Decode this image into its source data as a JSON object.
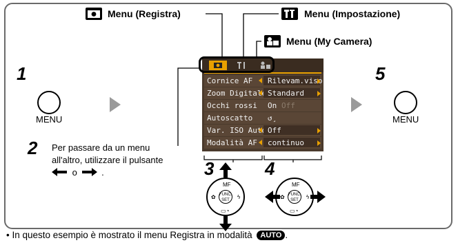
{
  "callouts": {
    "registra": "Menu (Registra)",
    "impostazione": "Menu (Impostazione)",
    "mycamera": "Menu (My Camera)"
  },
  "steps": {
    "s1": "1",
    "s2": "2",
    "s3": "3",
    "s4": "4",
    "s5": "5"
  },
  "menu_button_label": "MENU",
  "instruction": {
    "line1": "Per passare da un menu",
    "line2": "all'altro, utilizzare il pulsante",
    "line3": "o"
  },
  "lcd": {
    "rows": [
      {
        "name": "Cornice AF",
        "value": "Rilevam.viso"
      },
      {
        "name": "Zoom Digitale",
        "value": "Standard"
      },
      {
        "name": "Occhi rossi",
        "value": "On",
        "value_dim": "Off"
      },
      {
        "name": "Autoscatto",
        "value": "↺̧"
      },
      {
        "name": "Var. ISO Auto",
        "value": "Off"
      },
      {
        "name": "Modalità AF",
        "value": "continuo"
      }
    ]
  },
  "dial": {
    "top": "MF",
    "center1": "FUNC.",
    "center2": "SET"
  },
  "footer": {
    "text": "• In questo esempio è mostrato il menu Registra in modalità",
    "badge": "AUTO",
    "end": "."
  },
  "colors": {
    "accent": "#e8a000",
    "lcd_bg": "#4a3a2c",
    "arrow_grey": "#9a9a9a"
  }
}
